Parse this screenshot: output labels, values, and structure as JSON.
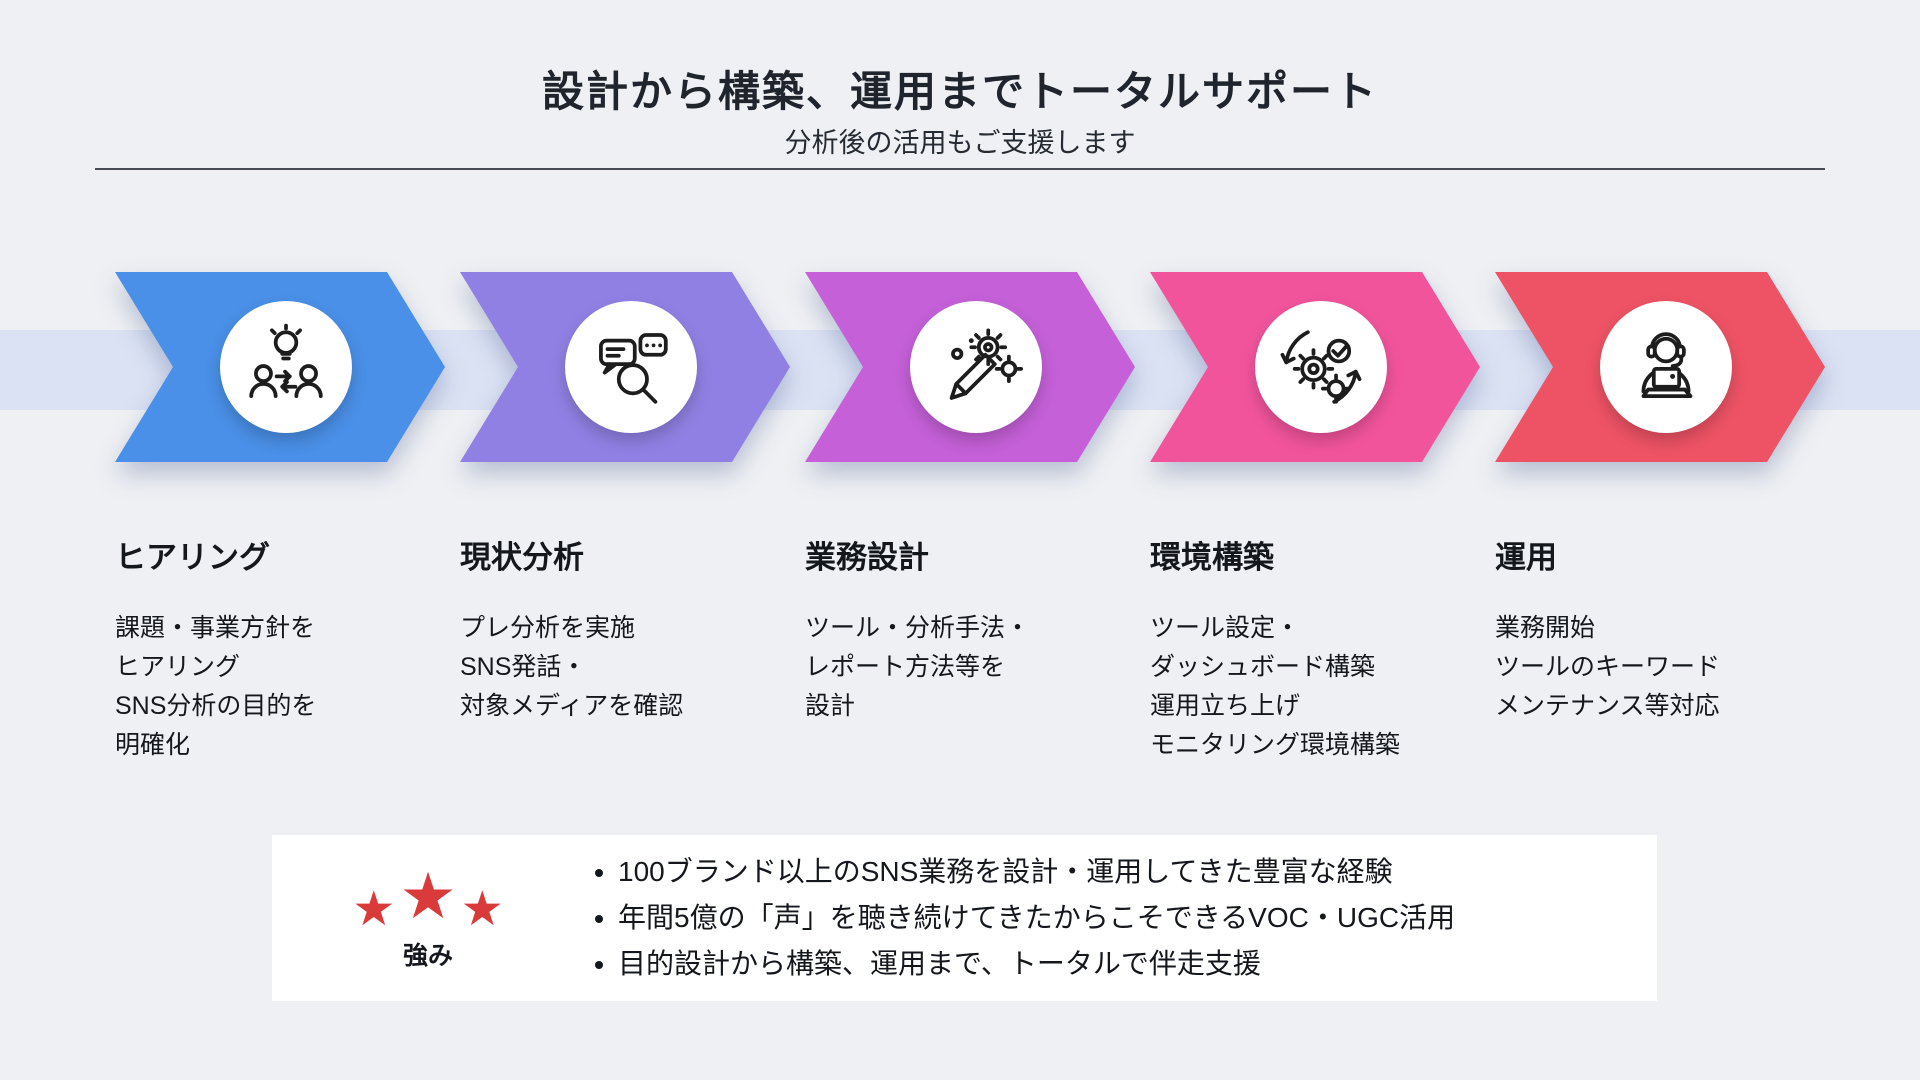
{
  "header": {
    "title": "設計から構築、運用までトータルサポート",
    "subtitle": "分析後の活用もご支援します"
  },
  "colors": {
    "background": "#eef0f3",
    "band": "#dbe2f3",
    "text": "#14171c"
  },
  "steps": [
    {
      "title": "ヒアリング",
      "icon": "hearing-icon",
      "color": "#4a90e8",
      "lines": [
        "課題・事業方針を",
        "ヒアリング",
        "SNS分析の目的を",
        "明確化"
      ]
    },
    {
      "title": "現状分析",
      "icon": "analysis-icon",
      "color": "#9180e4",
      "lines": [
        "プレ分析を実施",
        "SNS発話・",
        "対象メディアを確認"
      ]
    },
    {
      "title": "業務設計",
      "icon": "design-icon",
      "color": "#c560d8",
      "lines": [
        "ツール・分析手法・",
        "レポート方法等を",
        "設計"
      ]
    },
    {
      "title": "環境構築",
      "icon": "build-icon",
      "color": "#f2549c",
      "lines": [
        "ツール設定・",
        "ダッシュボード構築",
        "運用立ち上げ",
        "モニタリング環境構築"
      ]
    },
    {
      "title": "運用",
      "icon": "operation-icon",
      "color": "#ee5365",
      "lines": [
        "業務開始",
        "ツールのキーワード",
        "メンテナンス等対応"
      ]
    }
  ],
  "strengths": {
    "label": "強み",
    "star_color": "#d93a3a",
    "star_glyph": "★",
    "items": [
      "100ブランド以上のSNS業務を設計・運用してきた豊富な経験",
      "年間5億の「声」を聴き続けてきたからこそできるVOC・UGC活用",
      "目的設計から構築、運用まで、トータルで伴走支援"
    ]
  }
}
